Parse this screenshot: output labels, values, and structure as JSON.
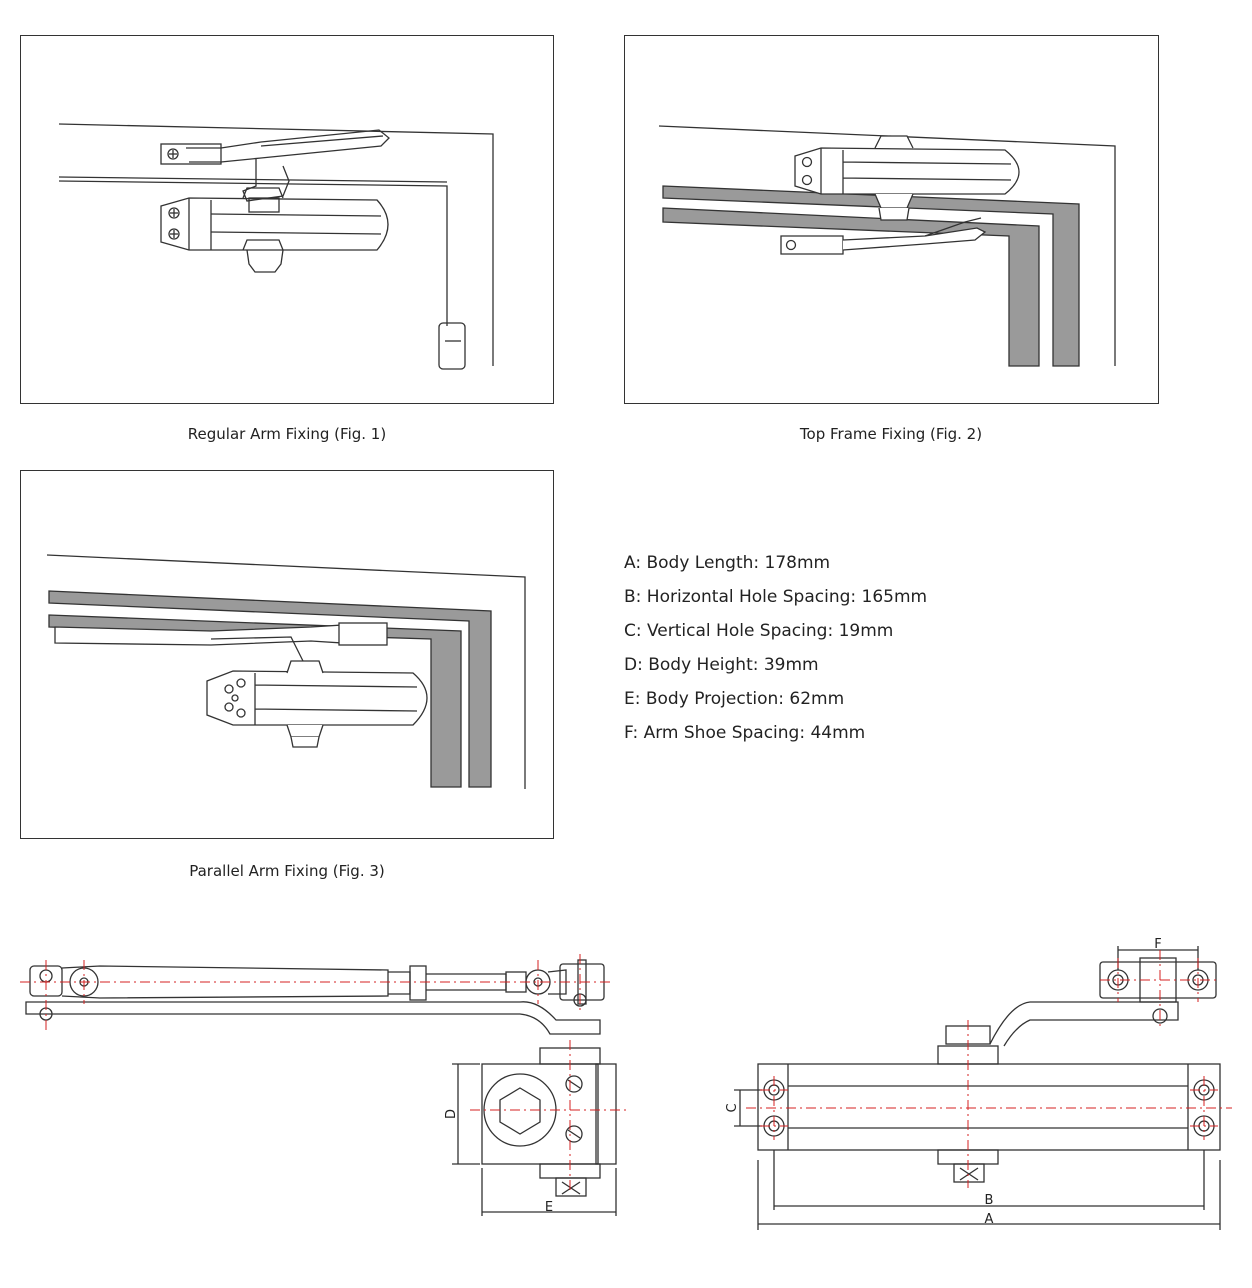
{
  "figures": [
    {
      "caption": "Regular Arm Fixing (Fig. 1)"
    },
    {
      "caption": "Top Frame Fixing (Fig. 2)"
    },
    {
      "caption": "Parallel Arm Fixing (Fig. 3)"
    }
  ],
  "specs": [
    "A: Body Length: 178mm",
    "B: Horizontal Hole Spacing: 165mm",
    "C: Vertical Hole Spacing: 19mm",
    "D: Body Height: 39mm",
    "E: Body Projection: 62mm",
    "F: Arm Shoe Spacing: 44mm"
  ],
  "dimension_labels": {
    "a": "A",
    "b": "B",
    "c": "C",
    "d": "D",
    "e": "E",
    "f": "F"
  },
  "colors": {
    "frame_fill": "#9a9a9a",
    "line": "#333333",
    "centerline": "#d42020"
  }
}
